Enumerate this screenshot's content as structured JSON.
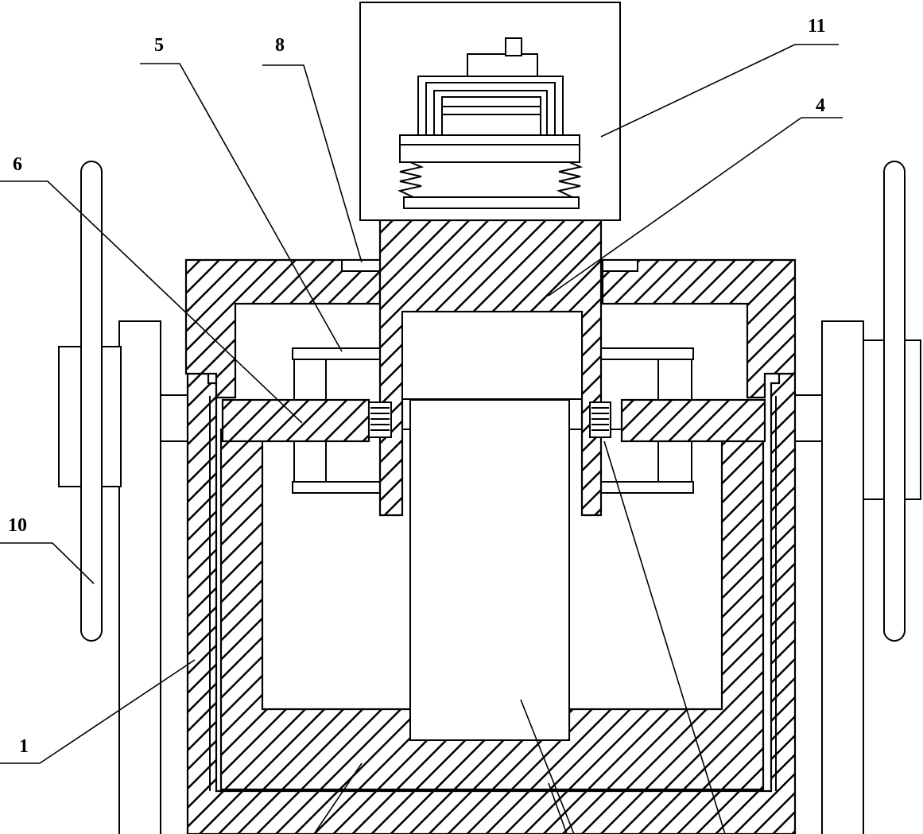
{
  "figure": {
    "labels": {
      "l1": "1",
      "l4": "4",
      "l5": "5",
      "l6": "6",
      "l8": "8",
      "l10": "10",
      "l11": "11"
    }
  }
}
